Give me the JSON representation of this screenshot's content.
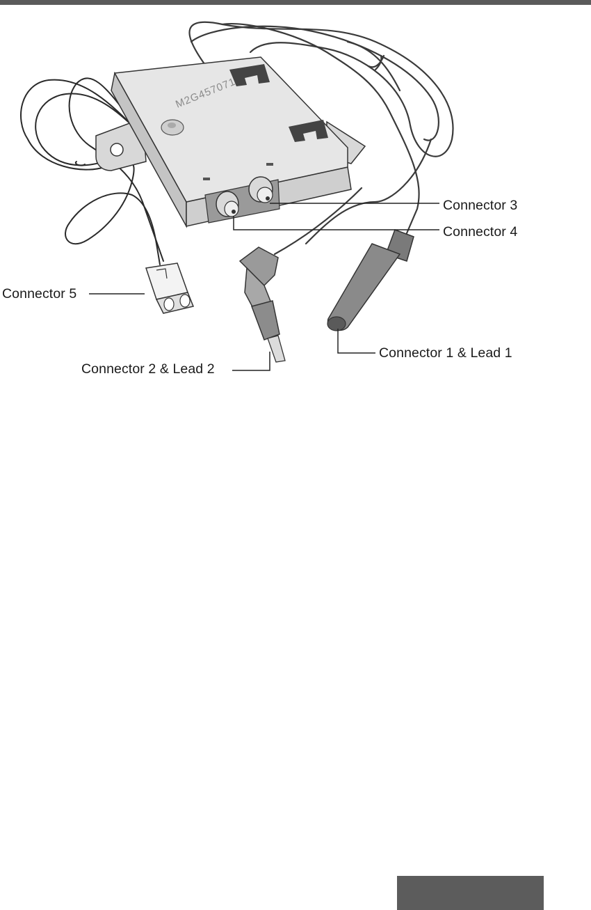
{
  "device": {
    "model_marking": "M2G457071"
  },
  "callouts": {
    "connector_3": "Connector 3",
    "connector_4": "Connector 4",
    "connector_5": "Connector 5",
    "connector_1_lead_1": "Connector 1 & Lead 1",
    "connector_2_lead_2": "Connector 2 & Lead 2"
  },
  "colors": {
    "header_bar": "#5b5b5b",
    "page_tab": "#5c5c5c",
    "cable": "#3a3a3a",
    "box_top": "#e4e4e4",
    "box_side": "#c9c9c9"
  }
}
